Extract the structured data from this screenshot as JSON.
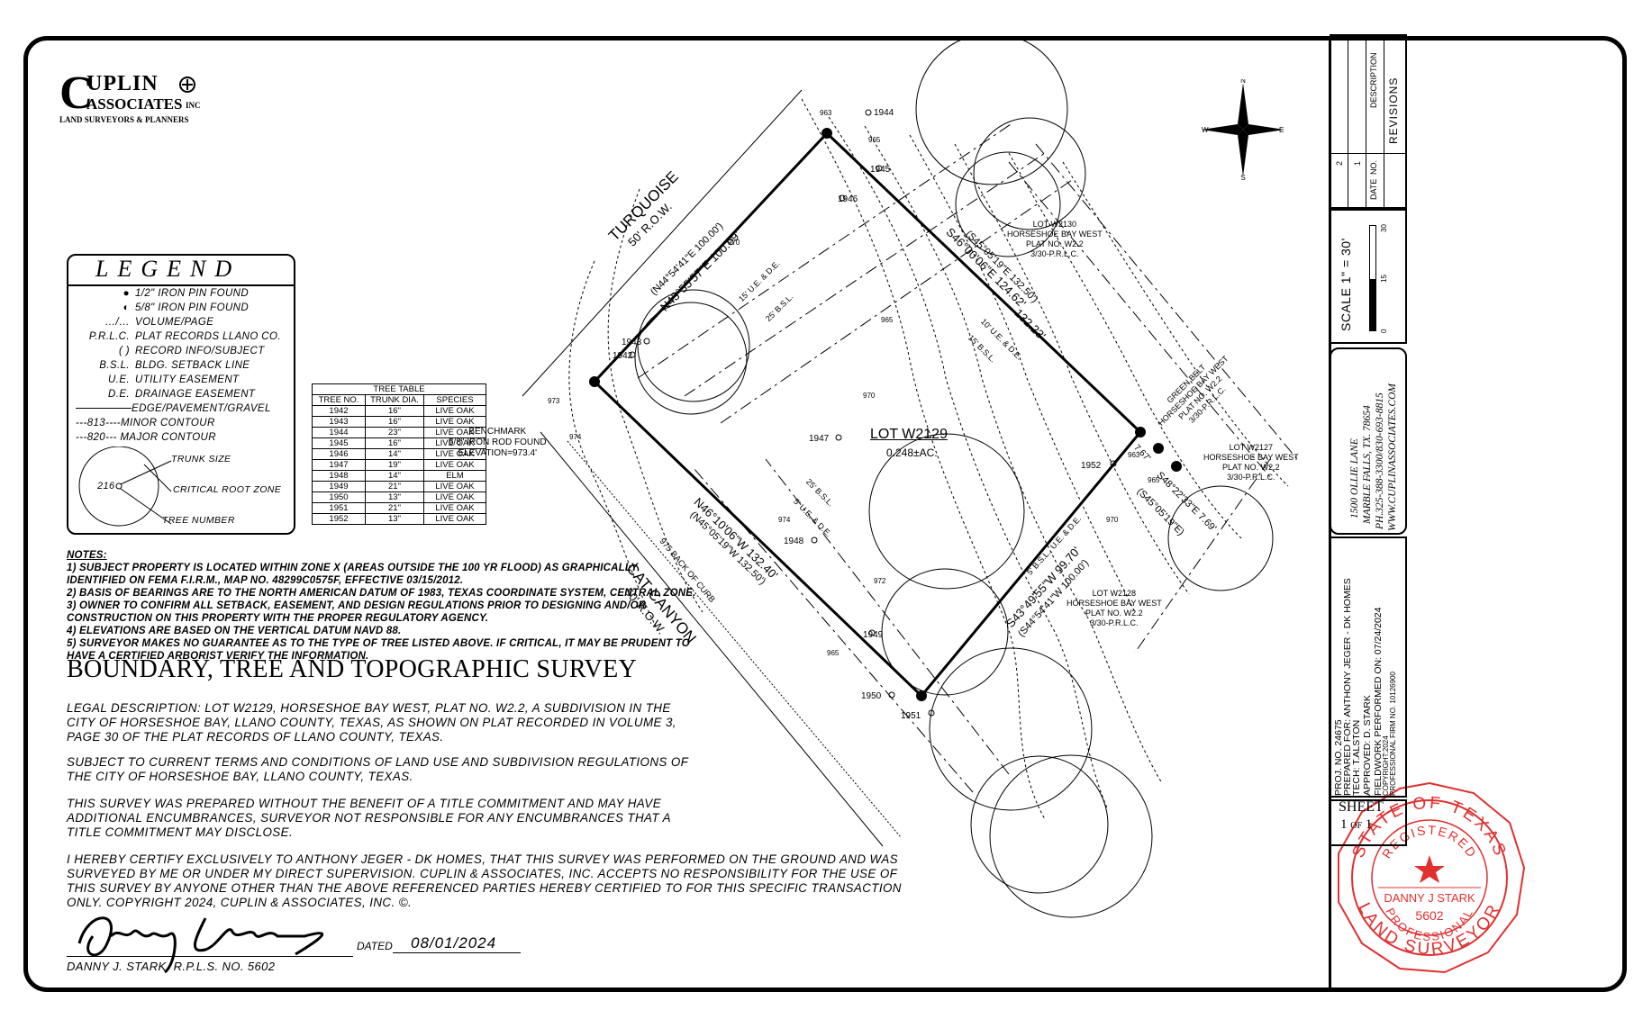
{
  "firm": {
    "name_line1": "UPLIN",
    "name_initial": "C",
    "name_line2": "ASSOCIATES",
    "inc": "INC",
    "tagline": "LAND SURVEYORS & PLANNERS",
    "address": "1500 OLLIE LANE",
    "city": "MARBLE FALLS, TX. 78654",
    "phone": "PH.325-388-3300/830-693-8815",
    "website": "WWW.CUPLINASSOCIATES.COM"
  },
  "legend": {
    "title": "LEGEND",
    "items": [
      {
        "symbol": "●",
        "text": "1/2\" IRON PIN FOUND"
      },
      {
        "symbol": "◐",
        "text": "5/8\" IRON PIN FOUND"
      },
      {
        "symbol": "…/…",
        "text": "VOLUME/PAGE"
      },
      {
        "symbol": "P.R.L.C.",
        "text": "PLAT RECORDS LLANO CO."
      },
      {
        "symbol": "(  )",
        "text": "RECORD INFO/SUBJECT"
      },
      {
        "symbol": "B.S.L.",
        "text": "BLDG. SETBACK LINE"
      },
      {
        "symbol": "U.E.",
        "text": "UTILITY EASEMENT"
      },
      {
        "symbol": "D.E.",
        "text": "DRAINAGE EASEMENT"
      }
    ],
    "edge": "EDGE/PAVEMENT/GRAVEL",
    "minor_contour_value": "813",
    "minor_contour": "MINOR CONTOUR",
    "major_contour_value": "820",
    "major_contour": "MAJOR CONTOUR",
    "trunk_size": "TRUNK SIZE",
    "root_zone": "CRITICAL ROOT ZONE",
    "tree_number": "TREE NUMBER",
    "sample_tree": "216"
  },
  "tree_table": {
    "title": "TREE TABLE",
    "headers": [
      "TREE NO.",
      "TRUNK DIA.",
      "SPECIES"
    ],
    "rows": [
      [
        "1942",
        "16\"",
        "LIVE OAK"
      ],
      [
        "1943",
        "16\"",
        "LIVE OAK"
      ],
      [
        "1944",
        "23\"",
        "LIVE OAK"
      ],
      [
        "1945",
        "16\"",
        "LIVE OAK"
      ],
      [
        "1946",
        "14\"",
        "LIVE OAK"
      ],
      [
        "1947",
        "19\"",
        "LIVE OAK"
      ],
      [
        "1948",
        "14\"",
        "ELM"
      ],
      [
        "1949",
        "21\"",
        "LIVE OAK"
      ],
      [
        "1950",
        "13\"",
        "LIVE OAK"
      ],
      [
        "1951",
        "21\"",
        "LIVE OAK"
      ],
      [
        "1952",
        "13\"",
        "LIVE OAK"
      ]
    ]
  },
  "notes": {
    "heading": "NOTES:",
    "lines": [
      "1) SUBJECT PROPERTY IS LOCATED WITHIN ZONE X (AREAS OUTSIDE THE 100 YR FLOOD) AS GRAPHICALLY",
      "IDENTIFIED ON FEMA F.I.R.M., MAP NO. 48299C0575F, EFFECTIVE 03/15/2012.",
      "2) BASIS OF BEARINGS ARE TO THE NORTH AMERICAN DATUM OF 1983, TEXAS COORDINATE SYSTEM, CENTRAL ZONE.",
      "3) OWNER TO CONFIRM ALL SETBACK, EASEMENT, AND DESIGN REGULATIONS PRIOR TO DESIGNING AND/OR",
      "CONSTRUCTION ON THIS PROPERTY WITH THE PROPER REGULATORY AGENCY.",
      "4) ELEVATIONS ARE BASED ON THE VERTICAL DATUM NAVD 88.",
      "5) SURVEYOR MAKES NO GUARANTEE AS TO THE TYPE OF TREE LISTED ABOVE. IF CRITICAL, IT MAY BE PRUDENT TO",
      "HAVE A CERTIFIED ARBORIST VERIFY THE INFORMATION."
    ]
  },
  "survey_title": "BOUNDARY, TREE AND TOPOGRAPHIC SURVEY",
  "paragraphs": {
    "legal": [
      "LEGAL DESCRIPTION: LOT W2129, HORSESHOE BAY WEST, PLAT NO. W2.2, A SUBDIVISION IN THE",
      "CITY OF HORSESHOE BAY, LLANO COUNTY, TEXAS, AS SHOWN ON PLAT RECORDED IN VOLUME 3,",
      "PAGE 30 OF THE PLAT RECORDS OF LLANO COUNTY, TEXAS."
    ],
    "subject": [
      "SUBJECT TO CURRENT TERMS AND CONDITIONS OF LAND USE AND SUBDIVISION REGULATIONS OF",
      "THE CITY OF HORSESHOE BAY, LLANO COUNTY, TEXAS."
    ],
    "commitment": [
      "THIS SURVEY WAS PREPARED WITHOUT THE BENEFIT OF A TITLE COMMITMENT AND MAY HAVE",
      "ADDITIONAL ENCUMBRANCES, SURVEYOR NOT RESPONSIBLE FOR ANY ENCUMBRANCES THAT A",
      "TITLE COMMITMENT MAY DISCLOSE."
    ],
    "certify": [
      "I HEREBY CERTIFY EXCLUSIVELY TO ANTHONY JEGER - DK HOMES, THAT THIS SURVEY WAS PERFORMED ON THE GROUND AND WAS",
      "SURVEYED BY ME OR UNDER MY DIRECT SUPERVISION. CUPLIN & ASSOCIATES, INC. ACCEPTS NO RESPONSIBILITY FOR THE USE OF",
      "THIS SURVEY BY ANYONE OTHER THAN THE ABOVE REFERENCED PARTIES HEREBY CERTIFIED TO FOR THIS SPECIFIC TRANSACTION",
      "ONLY. COPYRIGHT 2024, CUPLIN & ASSOCIATES, INC. ©."
    ]
  },
  "signature": {
    "signer": "DANNY J. STARK, R.P.L.S. NO. 5602",
    "dated_label": "DATED",
    "date": "08/01/2024"
  },
  "seal": {
    "top": "STATE OF TEXAS",
    "registered": "REGISTERED",
    "name": "DANNY J STARK",
    "number": "5602",
    "professional": "PROFESSIONAL",
    "bottom": "LAND SURVEYOR",
    "color": "#e03030"
  },
  "plat": {
    "lot_label": "LOT W2129",
    "lot_area": "0.248±AC.",
    "street_north": "TURQUOISE",
    "street_north_row": "50' R.O.W.",
    "street_south": "CAT CANYON",
    "street_south_row": "50' R.O.W.",
    "back_of_curb": "975 BACK OF CURB",
    "bearing_nw": "N43°55'57\"E  100.09'",
    "bearing_nw_record": "(N44°54'41\"E  100.00')",
    "bearing_ne": "S46°00'06\"E  124.62'",
    "bearing_ne2": "132.23'",
    "bearing_ne_record": "(S45°05'19\"E  132.50')",
    "bearing_sw": "N46°10'06\"W  132.40'",
    "bearing_sw_record": "(N45°05'19\"W  132.50')",
    "bearing_se": "S43°49'55\"W  99.70'",
    "bearing_se_record": "(S44°54'41\"W  100.00')",
    "bearing_e": "S48°22'33\"E  7.69'",
    "bearing_e_record": "(S45°05'19\"E)",
    "dist_767": "7.67'",
    "benchmark": [
      "BENCHMARK",
      "5/8\" IRON ROD FOUND",
      "ELEVATION=973.4'"
    ],
    "ue_15": "15' U.E. & D.E.",
    "bsl_25": "25' B.S.L.",
    "ue_10": "10' U.E. & D.E.",
    "bsl_15": "15' B.S.L.",
    "bsl_25b": "25' B.S.L.",
    "ue_5": "5' U.E. & D.E.",
    "bsl_5": "5' B.S.L., U.E. & D.E.",
    "lot_w2130": [
      "LOT W2130",
      "HORSESHOE BAY WEST",
      "PLAT NO. W2.2",
      "3/30-P.R.L.C."
    ],
    "lot_w2127": [
      "LOT W2127",
      "HORSESHOE BAY WEST",
      "PLAT NO. W2.2",
      "3/30-P.R.L.C."
    ],
    "lot_w2128": [
      "LOT W2128",
      "HORSESHOE BAY WEST",
      "PLAT NO. W2.2",
      "3/30-P.R.L.C."
    ],
    "green_belt": [
      "GREEN BELT",
      "HORSESHOE BAY WEST",
      "PLAT NO. W2.2",
      "3/30-P.R.L.C."
    ],
    "contours": [
      "963",
      "965",
      "970",
      "973",
      "974",
      "965",
      "970",
      "972",
      "974",
      "965",
      "963",
      "965",
      "970"
    ],
    "trees": [
      "1942",
      "1943",
      "1944",
      "1945",
      "1946",
      "1947",
      "1948",
      "1949",
      "1950",
      "1951",
      "1952"
    ]
  },
  "north_arrow": {
    "n": "N",
    "s": "S",
    "e": "E",
    "w": "W"
  },
  "title_block": {
    "revisions_title": "REVISIONS",
    "rev_headers": [
      "NO.",
      "DATE",
      "DESCRIPTION"
    ],
    "rev_numbers": [
      "1",
      "2"
    ],
    "scale_label": "SCALE 1\" = 30'",
    "scale_ticks": [
      "0",
      "15",
      "30"
    ],
    "proj_no": "PROJ. NO. 24675",
    "prepared_for": "PREPARED FOR: ANTHONY JEGER - DK HOMES",
    "tech": "TECH: T.ALSTON",
    "approved": "APPROVED: D. STARK",
    "fieldwork": "FIELDWORK PERFORMED ON: 07/24/2024",
    "copyright": "COPYRIGHT:2024",
    "firm_no": "PROFESSIONAL FIRM NO. 10126900",
    "sheet_label": "SHEET",
    "sheet_no": "1",
    "sheet_of": "OF",
    "sheet_total": "1"
  }
}
